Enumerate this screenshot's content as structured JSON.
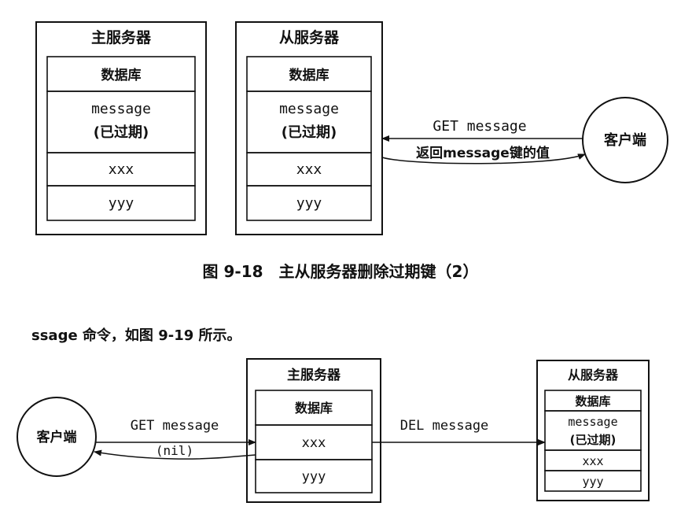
{
  "figure_top": {
    "master": {
      "title": "主服务器",
      "db_label": "数据库",
      "key_message": "message",
      "expired_note": "(已过期)",
      "key_xxx": "xxx",
      "key_yyy": "yyy"
    },
    "slave": {
      "title": "从服务器",
      "db_label": "数据库",
      "key_message": "message",
      "expired_note": "(已过期)",
      "key_xxx": "xxx",
      "key_yyy": "yyy"
    },
    "client": {
      "label": "客户端"
    },
    "request_label": "GET message",
    "response_label": "返回message键的值",
    "caption": "图 9-18　主从服务器删除过期键（2）"
  },
  "partial_text": "ssage 命令，如图 9-19 所示。",
  "figure_bottom": {
    "client": {
      "label": "客户端"
    },
    "master": {
      "title": "主服务器",
      "db_label": "数据库",
      "key_xxx": "xxx",
      "key_yyy": "yyy"
    },
    "slave": {
      "title": "从服务器",
      "db_label": "数据库",
      "key_message": "message",
      "expired_note": "(已过期)",
      "key_xxx": "xxx",
      "key_yyy": "yyy"
    },
    "request_label": "GET message",
    "response_label": "(nil)",
    "command_label": "DEL message"
  }
}
